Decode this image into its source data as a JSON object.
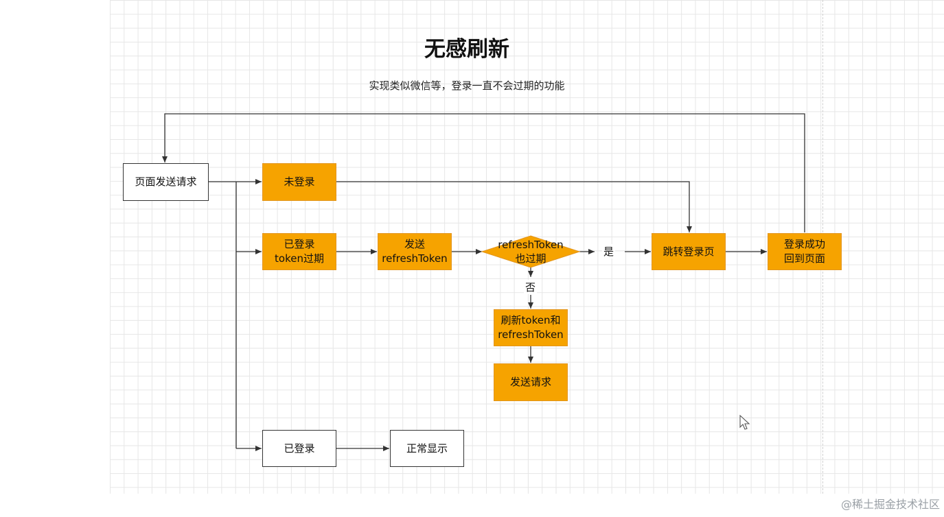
{
  "diagram": {
    "title": "无感刷新",
    "subtitle": "实现类似微信等，登录一直不会过期的功能",
    "nodes": {
      "page_request": "页面发送请求",
      "not_logged_in": "未登录",
      "logged_in_token_expired": "已登录\ntoken过期",
      "send_refresh_token": "发送\nrefreshToken",
      "refresh_token_expired": "refreshToken\n也过期",
      "jump_to_login": "跳转登录页",
      "login_success_return": "登录成功\n回到页面",
      "refresh_tokens": "刷新token和\nrefreshToken",
      "send_request": "发送请求",
      "logged_in": "已登录",
      "normal_display": "正常显示"
    },
    "edge_labels": {
      "yes": "是",
      "no": "否"
    },
    "colors": {
      "process_fill": "#f6a300",
      "line": "#333333",
      "grid": "#e6e6e6"
    }
  },
  "watermark": "@稀土掘金技术社区"
}
